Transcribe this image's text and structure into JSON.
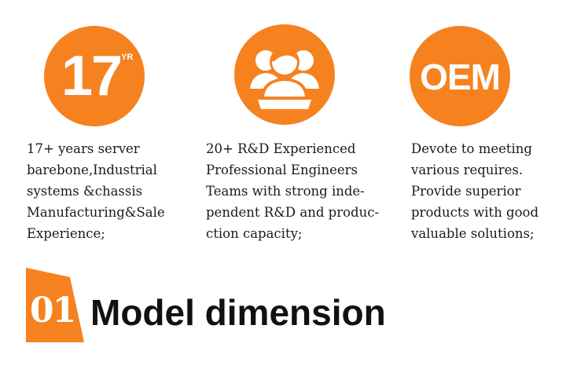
{
  "features": [
    {
      "badge_number": "17",
      "badge_suffix": "YR",
      "icon": "17-years-badge-icon",
      "lines": [
        "17+ years server",
        "barebone,Industrial",
        "systems &chassis",
        "Manufacturing&Sale",
        "Experience;"
      ]
    },
    {
      "icon": "engineer-team-icon",
      "lines": [
        "20+ R&D Experienced",
        "Professional Engineers",
        "Teams with strong inde-",
        "pendent R&D and produc-",
        "ction capacity;"
      ]
    },
    {
      "badge_text": "OEM",
      "icon": "oem-badge-icon",
      "lines": [
        "Devote to meeting",
        "various requires.",
        "Provide superior",
        "products with good",
        "valuable solutions;"
      ]
    }
  ],
  "section": {
    "number": "01",
    "title": "Model dimension"
  },
  "colors": {
    "accent": "#f5821f",
    "text": "#1a1a1a",
    "background": "#ffffff"
  }
}
